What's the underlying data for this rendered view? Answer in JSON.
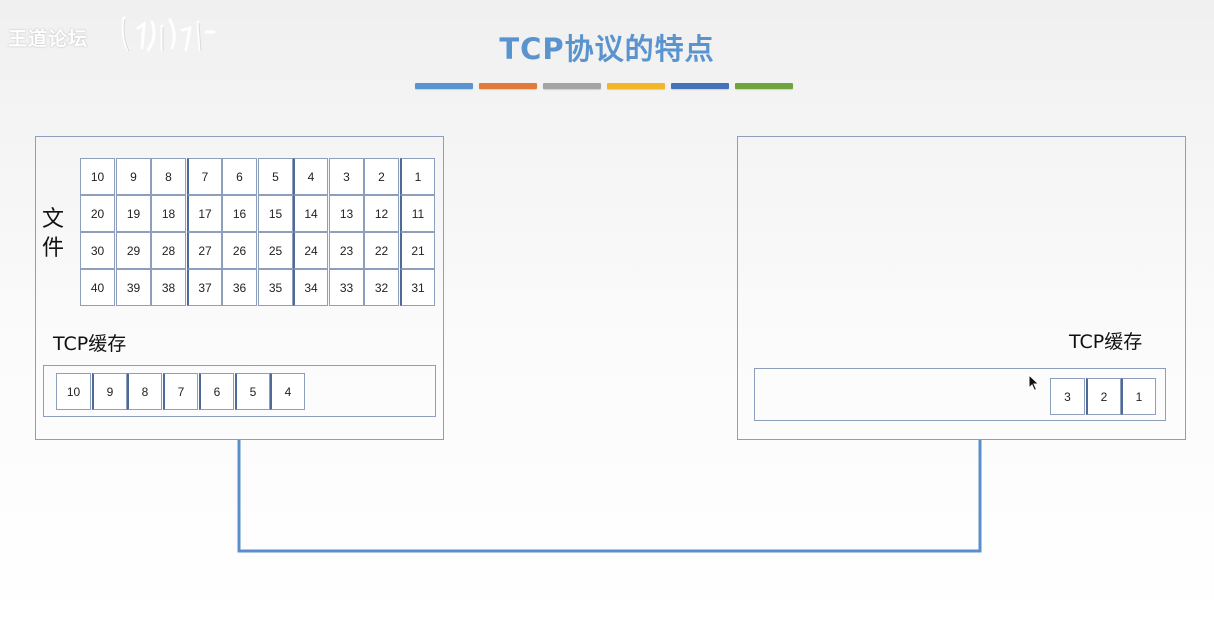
{
  "watermark": {
    "text": "王道论坛"
  },
  "title": "TCP协议的特点",
  "color_bars": [
    "#5b95cf",
    "#e07b39",
    "#a5a5a5",
    "#f2b629",
    "#4572b8",
    "#70a441"
  ],
  "sender": {
    "file_label": "文件",
    "file_rows": [
      [
        "10",
        "9",
        "8",
        "7",
        "6",
        "5",
        "4",
        "3",
        "2",
        "1"
      ],
      [
        "20",
        "19",
        "18",
        "17",
        "16",
        "15",
        "14",
        "13",
        "12",
        "11"
      ],
      [
        "30",
        "29",
        "28",
        "27",
        "26",
        "25",
        "24",
        "23",
        "22",
        "21"
      ],
      [
        "40",
        "39",
        "38",
        "37",
        "36",
        "35",
        "34",
        "33",
        "32",
        "31"
      ]
    ],
    "cache_label": "TCP缓存",
    "buffer_segments": [
      "10",
      "9",
      "8",
      "7",
      "6",
      "5",
      "4"
    ]
  },
  "receiver": {
    "cache_label": "TCP缓存",
    "buffer_segments": [
      "3",
      "2",
      "1"
    ]
  },
  "colors": {
    "title": "#5a94cf",
    "link": "#5b8fcb",
    "border": "#8d9fba"
  }
}
